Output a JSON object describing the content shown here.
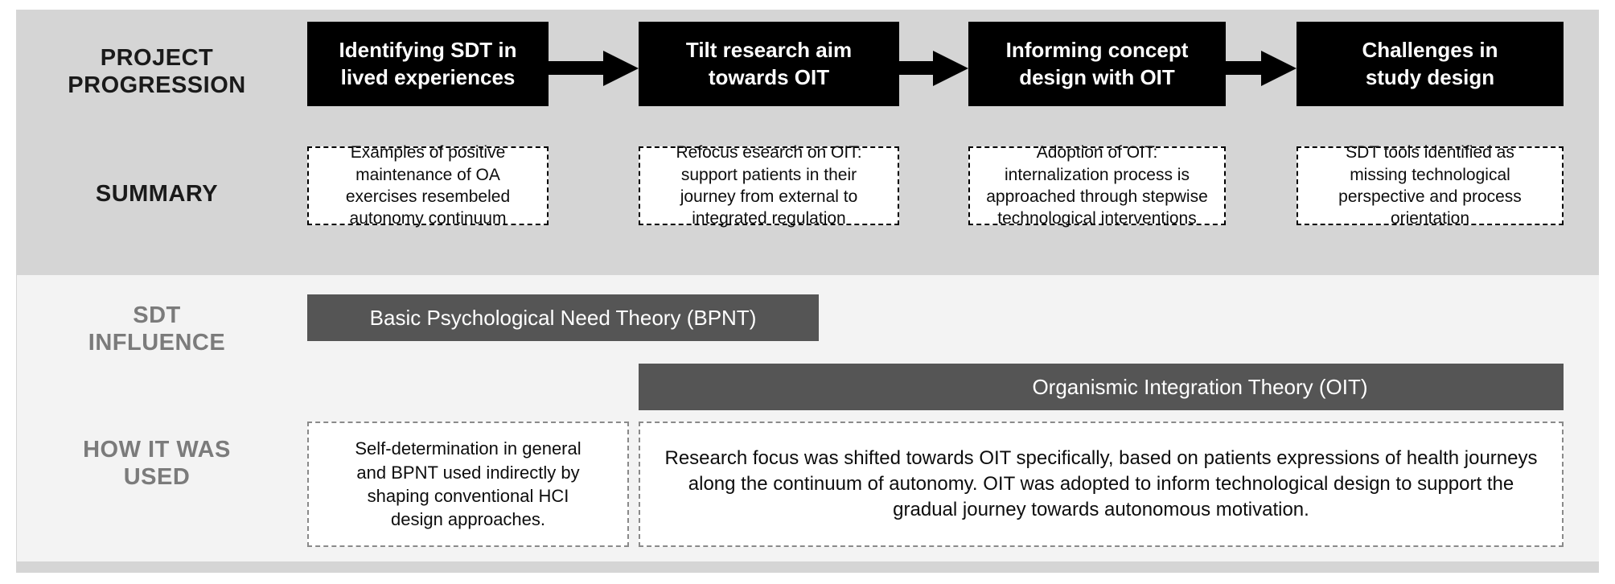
{
  "figure": {
    "colors": {
      "outer_panel": "#d5d5d5",
      "lower_panel": "#f3f3f3",
      "stage_box": "#000000",
      "theory_bar": "#555555",
      "label_dark": "#1a1a1a",
      "label_muted": "#7b7b7b",
      "box_fill": "#ffffff"
    }
  },
  "rows": {
    "project_progression": {
      "label": "PROJECT\nPROGRESSION",
      "stages": [
        {
          "title": "Identifying SDT in\nlived experiences"
        },
        {
          "title": "Tilt research aim\ntowards OIT"
        },
        {
          "title": "Informing concept\ndesign with OIT"
        },
        {
          "title": "Challenges in\nstudy design"
        }
      ],
      "arrows": [
        {
          "name": "arrow-stage1-to-stage2"
        },
        {
          "name": "arrow-stage2-to-stage3"
        },
        {
          "name": "arrow-stage3-to-stage4"
        }
      ]
    },
    "summary": {
      "label": "SUMMARY",
      "items": [
        {
          "text": "Examples of positive\nmaintenance of OA\nexercises resembeled\nautonomy continuum"
        },
        {
          "text": "Refocus esearch on OIT:\nsupport patients in their\njourney from external to\nintegrated regulation"
        },
        {
          "text": "Adoption of OIT:\ninternalization process is\napproached through stepwise\ntechnological interventions"
        },
        {
          "text": "SDT tools identified as\nmissing technological\nperspective and process\norientation"
        }
      ]
    },
    "sdt_influence": {
      "label": "SDT\nINFLUENCE",
      "bars": [
        {
          "name": "bpnt",
          "text": "Basic Psychological Need Theory (BPNT)"
        },
        {
          "name": "oit",
          "text": "Organismic Integration Theory (OIT)"
        }
      ]
    },
    "how_it_was_used": {
      "label": "HOW IT WAS\nUSED",
      "items": [
        {
          "name": "bpnt-usage",
          "text": "Self-determination in general\nand BPNT used indirectly by\nshaping conventional HCI\ndesign approaches."
        },
        {
          "name": "oit-usage",
          "text": "Research focus was shifted towards OIT specifically, based on patients expressions of health journeys along the continuum of autonomy. OIT was adopted to inform technological design to support the gradual journey towards autonomous motivation."
        }
      ]
    }
  }
}
